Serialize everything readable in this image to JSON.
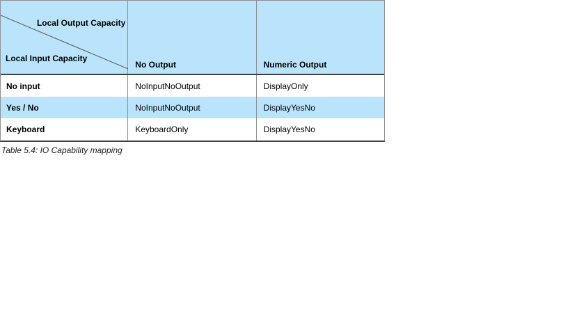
{
  "table": {
    "diagonal_header": {
      "top_right_label": "Local Output Capacity",
      "bottom_left_label": "Local Input Capacity"
    },
    "column_headers": [
      "No Output",
      "Numeric Output"
    ],
    "rows": [
      {
        "label": "No input",
        "highlighted": false,
        "cells": [
          "NoInputNoOutput",
          "DisplayOnly"
        ]
      },
      {
        "label": "Yes / No",
        "highlighted": true,
        "cells": [
          "NoInputNoOutput",
          "DisplayYesNo"
        ]
      },
      {
        "label": "Keyboard",
        "highlighted": false,
        "cells": [
          "KeyboardOnly",
          "DisplayYesNo"
        ]
      }
    ],
    "caption": "Table 5.4: IO Capability mapping"
  },
  "colors": {
    "header_background": "#bae4fb",
    "highlight_row_background": "#bae4fb",
    "grid_border": "#8f8f8f",
    "heavy_border": "#3f3f3f",
    "diagonal_line": "#666666",
    "text": "#000000"
  }
}
